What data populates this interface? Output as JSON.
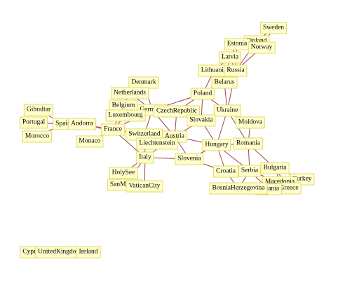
{
  "graph": {
    "edge_color": "#a04050",
    "node_fill": "#ffffcc",
    "node_border": "#e6d866",
    "nodes": [
      {
        "id": "sweden",
        "label": "Sweden"
      },
      {
        "id": "finland",
        "label": "Finland"
      },
      {
        "id": "estonia",
        "label": "Estonia"
      },
      {
        "id": "norway",
        "label": "Norway"
      },
      {
        "id": "latvia",
        "label": "Latvia"
      },
      {
        "id": "lithuania",
        "label": "Lithuania"
      },
      {
        "id": "russia",
        "label": "Russia"
      },
      {
        "id": "belarus",
        "label": "Belarus"
      },
      {
        "id": "poland",
        "label": "Poland"
      },
      {
        "id": "denmark",
        "label": "Denmark"
      },
      {
        "id": "netherlands",
        "label": "Netherlands"
      },
      {
        "id": "belgium",
        "label": "Belgium"
      },
      {
        "id": "germany",
        "label": "Germany"
      },
      {
        "id": "czech",
        "label": "CzechRepublic"
      },
      {
        "id": "ukraine",
        "label": "Ukraine"
      },
      {
        "id": "luxembourg",
        "label": "Luxembourg"
      },
      {
        "id": "slovakia",
        "label": "Slovakia"
      },
      {
        "id": "moldova",
        "label": "Moldova"
      },
      {
        "id": "gibraltar",
        "label": "Gibraltar"
      },
      {
        "id": "portugal",
        "label": "Portugal"
      },
      {
        "id": "spain",
        "label": "Spain"
      },
      {
        "id": "andorra",
        "label": "Andorra"
      },
      {
        "id": "morocco",
        "label": "Morocco"
      },
      {
        "id": "france",
        "label": "France"
      },
      {
        "id": "monaco",
        "label": "Monaco"
      },
      {
        "id": "switzerland",
        "label": "Switzerland"
      },
      {
        "id": "austria",
        "label": "Austria"
      },
      {
        "id": "liechtenstein",
        "label": "Liechtenstein"
      },
      {
        "id": "hungary",
        "label": "Hungary"
      },
      {
        "id": "romania",
        "label": "Romania"
      },
      {
        "id": "italy",
        "label": "Italy"
      },
      {
        "id": "slovenia",
        "label": "Slovenia"
      },
      {
        "id": "croatia",
        "label": "Croatia"
      },
      {
        "id": "serbia",
        "label": "Serbia"
      },
      {
        "id": "bulgaria",
        "label": "Bulgaria"
      },
      {
        "id": "turkey",
        "label": "Turkey"
      },
      {
        "id": "macedonia",
        "label": "Macedonia"
      },
      {
        "id": "greece",
        "label": "Greece"
      },
      {
        "id": "albania",
        "label": "Albania"
      },
      {
        "id": "bosnia",
        "label": "BosniaHerzegovina"
      },
      {
        "id": "holysee",
        "label": "HolySee"
      },
      {
        "id": "sanmarino",
        "label": "SanMarino"
      },
      {
        "id": "vatican",
        "label": "VaticanCity"
      },
      {
        "id": "cyprus",
        "label": "Cyprus"
      },
      {
        "id": "uk",
        "label": "UnitedKingdom"
      },
      {
        "id": "ireland",
        "label": "Ireland"
      }
    ],
    "edges": [
      [
        "sweden",
        "finland"
      ],
      [
        "sweden",
        "norway"
      ],
      [
        "finland",
        "norway"
      ],
      [
        "finland",
        "russia"
      ],
      [
        "norway",
        "russia"
      ],
      [
        "estonia",
        "latvia"
      ],
      [
        "estonia",
        "russia"
      ],
      [
        "latvia",
        "russia"
      ],
      [
        "latvia",
        "lithuania"
      ],
      [
        "latvia",
        "belarus"
      ],
      [
        "lithuania",
        "belarus"
      ],
      [
        "lithuania",
        "poland"
      ],
      [
        "lithuania",
        "russia"
      ],
      [
        "belarus",
        "poland"
      ],
      [
        "belarus",
        "russia"
      ],
      [
        "belarus",
        "ukraine"
      ],
      [
        "poland",
        "germany"
      ],
      [
        "poland",
        "czech"
      ],
      [
        "poland",
        "slovakia"
      ],
      [
        "poland",
        "ukraine"
      ],
      [
        "poland",
        "russia"
      ],
      [
        "denmark",
        "germany"
      ],
      [
        "netherlands",
        "germany"
      ],
      [
        "netherlands",
        "belgium"
      ],
      [
        "belgium",
        "germany"
      ],
      [
        "belgium",
        "france"
      ],
      [
        "belgium",
        "luxembourg"
      ],
      [
        "luxembourg",
        "germany"
      ],
      [
        "luxembourg",
        "france"
      ],
      [
        "germany",
        "france"
      ],
      [
        "germany",
        "czech"
      ],
      [
        "germany",
        "austria"
      ],
      [
        "germany",
        "switzerland"
      ],
      [
        "czech",
        "slovakia"
      ],
      [
        "czech",
        "austria"
      ],
      [
        "slovakia",
        "ukraine"
      ],
      [
        "slovakia",
        "hungary"
      ],
      [
        "slovakia",
        "austria"
      ],
      [
        "ukraine",
        "hungary"
      ],
      [
        "ukraine",
        "romania"
      ],
      [
        "ukraine",
        "moldova"
      ],
      [
        "ukraine",
        "russia"
      ],
      [
        "moldova",
        "romania"
      ],
      [
        "gibraltar",
        "spain"
      ],
      [
        "portugal",
        "spain"
      ],
      [
        "spain",
        "andorra"
      ],
      [
        "spain",
        "france"
      ],
      [
        "andorra",
        "france"
      ],
      [
        "morocco",
        "spain"
      ],
      [
        "france",
        "monaco"
      ],
      [
        "france",
        "switzerland"
      ],
      [
        "france",
        "italy"
      ],
      [
        "switzerland",
        "austria"
      ],
      [
        "switzerland",
        "liechtenstein"
      ],
      [
        "switzerland",
        "italy"
      ],
      [
        "liechtenstein",
        "austria"
      ],
      [
        "austria",
        "italy"
      ],
      [
        "austria",
        "slovenia"
      ],
      [
        "austria",
        "hungary"
      ],
      [
        "hungary",
        "romania"
      ],
      [
        "hungary",
        "serbia"
      ],
      [
        "hungary",
        "croatia"
      ],
      [
        "hungary",
        "slovenia"
      ],
      [
        "romania",
        "serbia"
      ],
      [
        "romania",
        "bulgaria"
      ],
      [
        "italy",
        "slovenia"
      ],
      [
        "italy",
        "holysee"
      ],
      [
        "italy",
        "sanmarino"
      ],
      [
        "italy",
        "vatican"
      ],
      [
        "slovenia",
        "croatia"
      ],
      [
        "croatia",
        "serbia"
      ],
      [
        "croatia",
        "bosnia"
      ],
      [
        "serbia",
        "bosnia"
      ],
      [
        "serbia",
        "bulgaria"
      ],
      [
        "serbia",
        "macedonia"
      ],
      [
        "serbia",
        "albania"
      ],
      [
        "bulgaria",
        "macedonia"
      ],
      [
        "bulgaria",
        "greece"
      ],
      [
        "bulgaria",
        "turkey"
      ],
      [
        "macedonia",
        "albania"
      ],
      [
        "macedonia",
        "greece"
      ],
      [
        "greece",
        "albania"
      ],
      [
        "greece",
        "turkey"
      ],
      [
        "cyprus",
        "uk"
      ],
      [
        "uk",
        "ireland"
      ]
    ]
  }
}
